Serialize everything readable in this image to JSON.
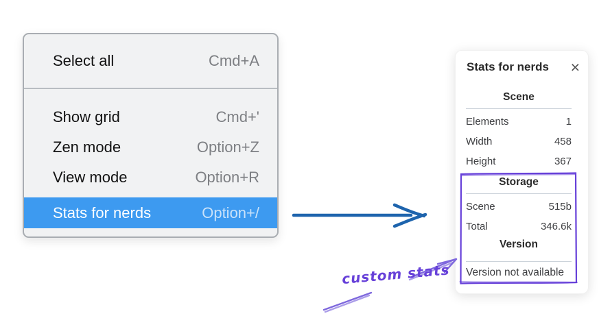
{
  "context_menu": {
    "items": [
      {
        "label": "Select all",
        "shortcut": "Cmd+A",
        "highlighted": false
      },
      {
        "label": "Show grid",
        "shortcut": "Cmd+'",
        "highlighted": false
      },
      {
        "label": "Zen mode",
        "shortcut": "Option+Z",
        "highlighted": false
      },
      {
        "label": "View mode",
        "shortcut": "Option+R",
        "highlighted": false
      },
      {
        "label": "Stats for nerds",
        "shortcut": "Option+/",
        "highlighted": true
      }
    ]
  },
  "stats_panel": {
    "title": "Stats for nerds",
    "close_glyph": "×",
    "sections": [
      {
        "heading": "Scene",
        "rows": [
          {
            "label": "Elements",
            "value": "1"
          },
          {
            "label": "Width",
            "value": "458"
          },
          {
            "label": "Height",
            "value": "367"
          }
        ]
      },
      {
        "heading": "Storage",
        "rows": [
          {
            "label": "Scene",
            "value": "515b"
          },
          {
            "label": "Total",
            "value": "346.6k"
          }
        ]
      },
      {
        "heading": "Version",
        "rows": [],
        "message": "Version not available"
      }
    ]
  },
  "annotation": {
    "label": "custom stats"
  },
  "colors": {
    "highlight_blue": "#3d9af0",
    "arrow_blue": "#1e64ad",
    "annotation_purple": "#6741d9",
    "arrow_purple": "#7e68dd",
    "menu_bg": "#f1f2f3",
    "menu_border": "#a9adb2",
    "shortcut_gray": "#7d7f83",
    "rule_gray": "#ccd3da",
    "panel_text": "#3f4043"
  }
}
